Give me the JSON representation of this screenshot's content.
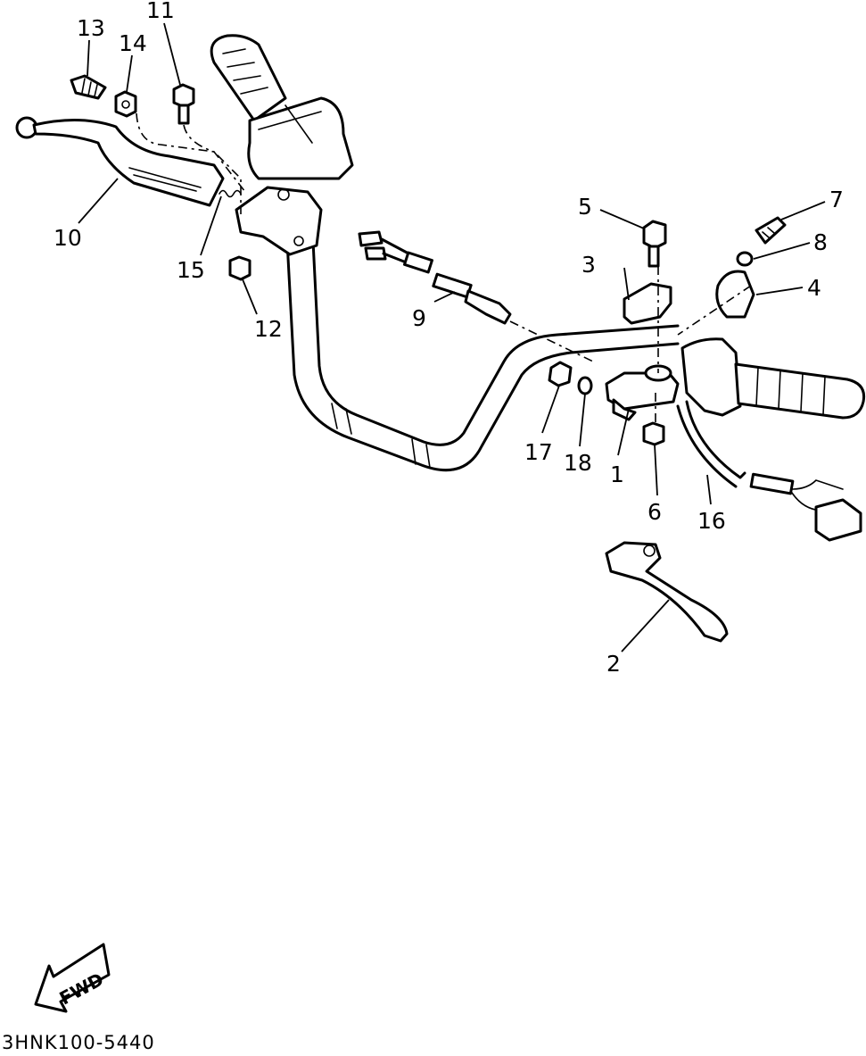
{
  "diagram": {
    "drawing_code": "3HNK100-5440",
    "direction_label": "FWD",
    "callouts": [
      "1",
      "2",
      "3",
      "4",
      "5",
      "6",
      "7",
      "8",
      "9",
      "10",
      "11",
      "12",
      "13",
      "14",
      "15",
      "16",
      "17",
      "18"
    ]
  }
}
